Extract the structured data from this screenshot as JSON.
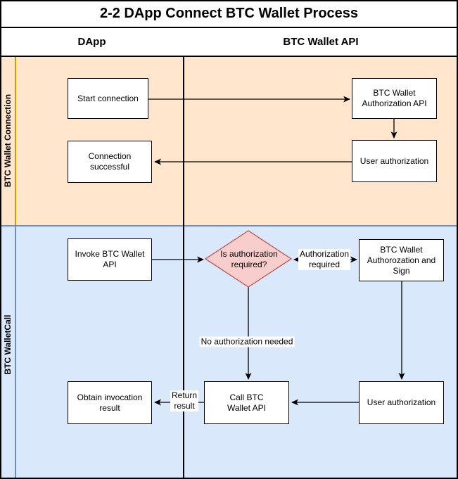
{
  "title": "2-2 DApp Connect BTC Wallet Process",
  "columns": {
    "left": "DApp",
    "right": "BTC Wallet API"
  },
  "lanes": {
    "top": {
      "label": "BTC Wallet Connection",
      "fill": "#ffe6cc",
      "line": "#d79b00"
    },
    "bottom": {
      "label": "BTC WalletCall",
      "fill": "#dae8fc",
      "line": "#6c8ebf"
    }
  },
  "nodes": {
    "start_connection": "Start connection",
    "wallet_auth_api": "BTC Wallet\nAuthorization API",
    "connection_successful": "Connection\nsuccessful",
    "user_authorization_top": "User authorization",
    "invoke_wallet_api": "Invoke BTC Wallet\nAPI",
    "decision": "Is authorization\nrequired?",
    "wallet_auth_sign": "BTC Wallet\nAuthorozation and\nSign",
    "user_authorization_bottom": "User authorization",
    "call_wallet_api": "Call BTC\nWallet API",
    "obtain_result": "Obtain invocation\nresult"
  },
  "edge_labels": {
    "authorization_required": "Authorization\nrequired",
    "no_authorization_needed": "No authorization needed",
    "return_result": "Return\nresult"
  },
  "colors": {
    "decision_fill": "#f8cecc",
    "decision_border": "#b85450",
    "edge": "#000000"
  }
}
